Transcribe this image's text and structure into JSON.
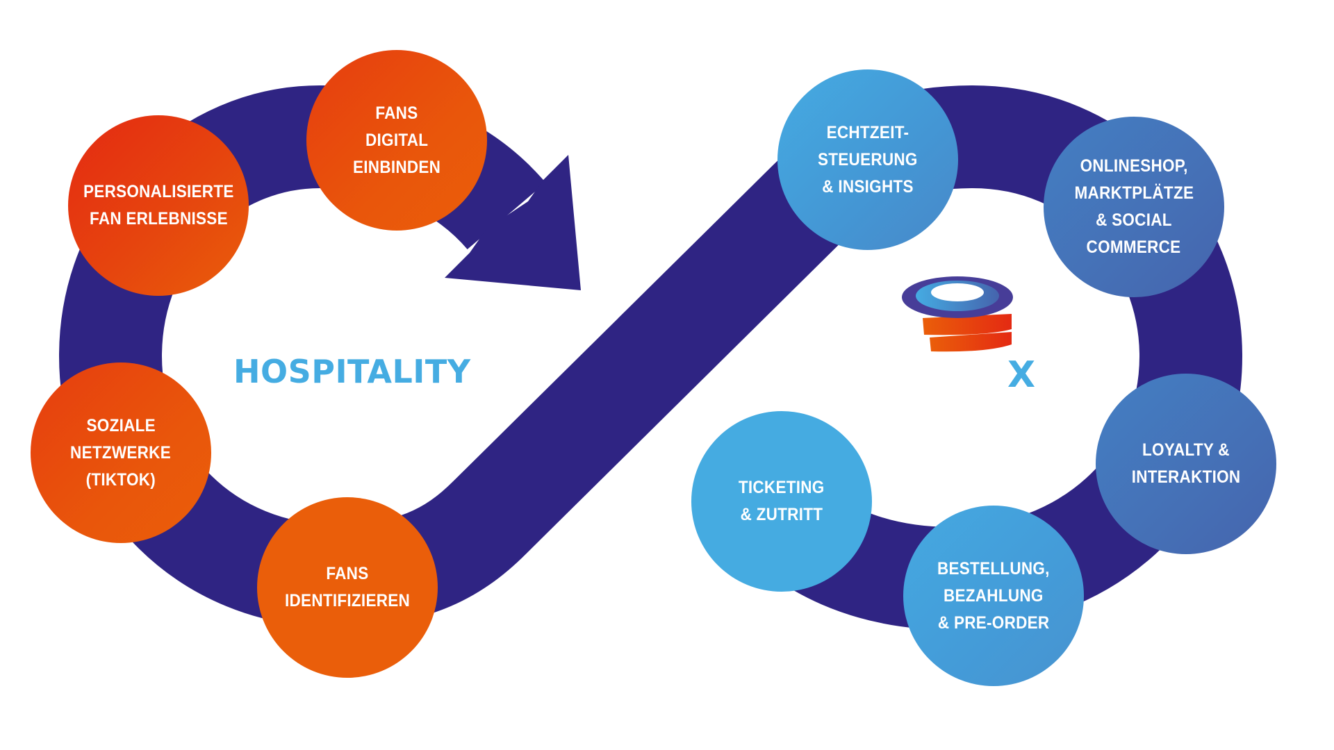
{
  "diagram": {
    "type": "infinity-loop-process",
    "colors": {
      "band": "#2F2483",
      "orange_primary": "#EA5E0A",
      "orange_red": "#E42A12",
      "blue_light": "#45ABE2",
      "blue_dark": "#4564AD",
      "title_blue": "#45ACE2",
      "text": "#FFFFFF"
    },
    "left_loop": {
      "title": "HOSPITALITY",
      "nodes": [
        {
          "id": "personalisierte",
          "lines": [
            "PERSONALISIERTE",
            "FAN ERLEBNISSE"
          ]
        },
        {
          "id": "fans-digital",
          "lines": [
            "FANS",
            "DIGITAL",
            "EINBINDEN"
          ]
        },
        {
          "id": "soziale-netzwerke",
          "lines": [
            "SOZIALE",
            "NETZWERKE",
            "(TIKTOK)"
          ]
        },
        {
          "id": "fans-identifizieren",
          "lines": [
            "FANS",
            "IDENTIFIZIEREN"
          ]
        }
      ]
    },
    "right_loop": {
      "brand_mark": "X",
      "logo_icon": "stacked-disc-logo",
      "nodes": [
        {
          "id": "echtzeit",
          "lines": [
            "ECHTZEIT-",
            "STEUERUNG",
            "& INSIGHTS"
          ]
        },
        {
          "id": "onlineshop",
          "lines": [
            "ONLINESHOP,",
            "MARKTPLÄTZE",
            "& SOCIAL",
            "COMMERCE"
          ]
        },
        {
          "id": "loyalty",
          "lines": [
            "LOYALTY &",
            "INTERAKTION"
          ]
        },
        {
          "id": "bestellung",
          "lines": [
            "BESTELLUNG,",
            "BEZAHLUNG",
            "& PRE-ORDER"
          ]
        },
        {
          "id": "ticketing",
          "lines": [
            "TICKETING",
            "& ZUTRITT"
          ]
        }
      ]
    },
    "flow_direction_icon": "arrow-right-down-icon"
  }
}
